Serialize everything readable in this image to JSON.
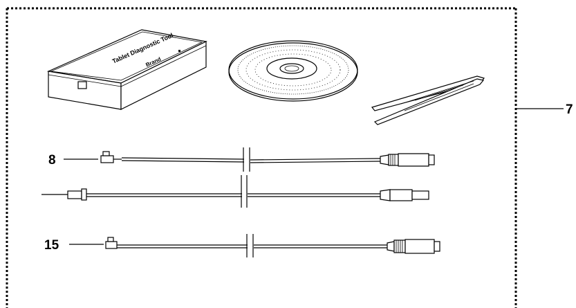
{
  "callouts": {
    "kit": "7",
    "cable_a": "8",
    "cable_c": "15"
  },
  "device_label_lines": [
    "Tablet Diagnostic Tool",
    "",
    "Brand"
  ],
  "colors": {
    "ink": "#000000",
    "background": "#ffffff"
  }
}
